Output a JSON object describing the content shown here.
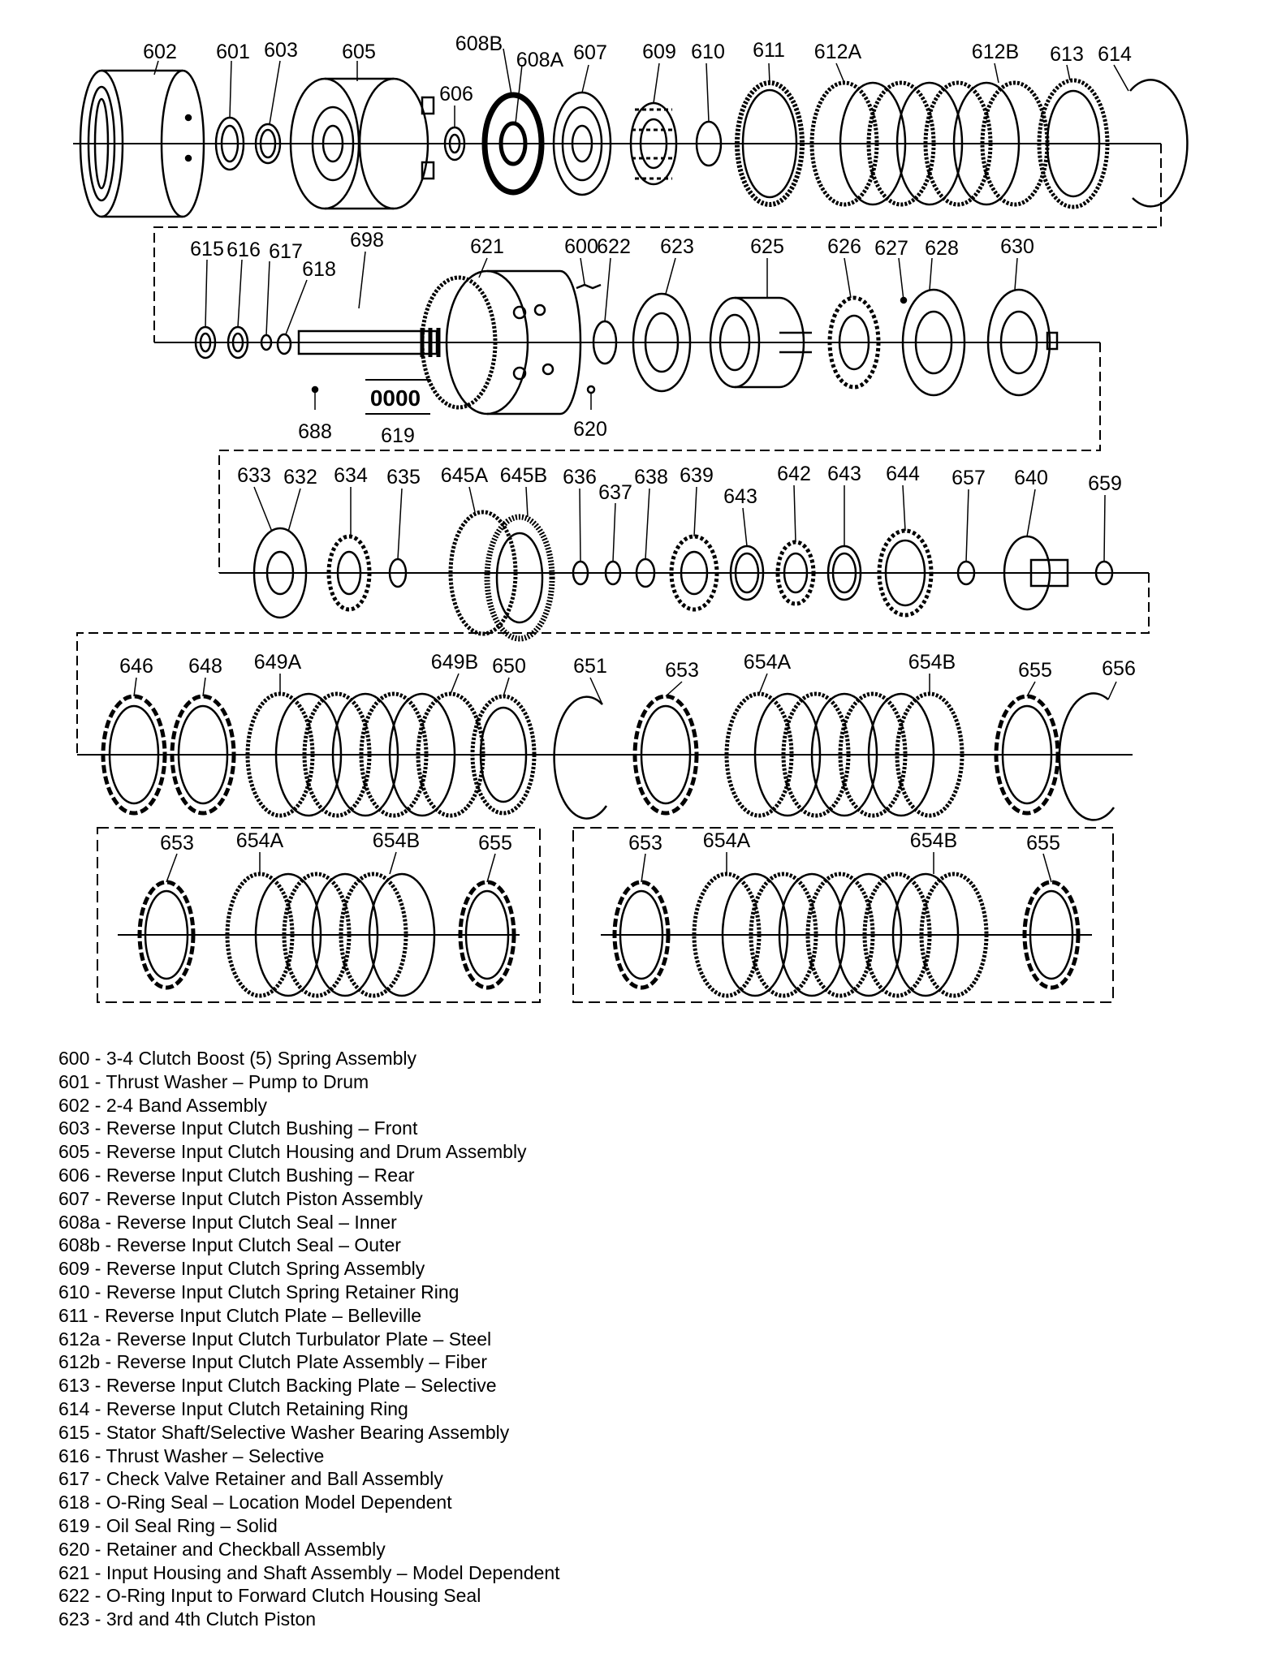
{
  "parts": {
    "p602": "602",
    "p601": "601",
    "p603": "603",
    "p605": "605",
    "p606": "606",
    "p608B": "608B",
    "p608A": "608A",
    "p607": "607",
    "p609": "609",
    "p610": "610",
    "p611": "611",
    "p612A": "612A",
    "p612B": "612B",
    "p613": "613",
    "p614": "614",
    "p615": "615",
    "p616": "616",
    "p617": "617",
    "p618": "618",
    "p698": "698",
    "p621": "621",
    "p600": "600",
    "p622": "622",
    "p623": "623",
    "p625": "625",
    "p626": "626",
    "p627": "627",
    "p628": "628",
    "p630": "630",
    "p688": "688",
    "p619_code": "0000",
    "p619": "619",
    "p620": "620",
    "p633": "633",
    "p632": "632",
    "p634": "634",
    "p635": "635",
    "p645A": "645A",
    "p645B": "645B",
    "p636": "636",
    "p637": "637",
    "p638": "638",
    "p639": "639",
    "p643a": "643",
    "p642": "642",
    "p643b": "643",
    "p644": "644",
    "p657": "657",
    "p640": "640",
    "p659": "659",
    "p646": "646",
    "p648": "648",
    "p649A": "649A",
    "p649B": "649B",
    "p650": "650",
    "p651": "651",
    "p653": "653",
    "p654A": "654A",
    "p654B": "654B",
    "p655": "655",
    "p656": "656",
    "b1_653": "653",
    "b1_654A": "654A",
    "b1_654B": "654B",
    "b1_655": "655",
    "b2_653": "653",
    "b2_654A": "654A",
    "b2_654B": "654B",
    "b2_655": "655"
  },
  "legend": [
    "600 - 3-4 Clutch Boost (5) Spring Assembly",
    "601 - Thrust Washer – Pump to Drum",
    "602 - 2-4 Band Assembly",
    "603 - Reverse Input Clutch Bushing – Front",
    "605 - Reverse Input Clutch Housing and Drum Assembly",
    "606 - Reverse Input Clutch Bushing – Rear",
    "607 - Reverse Input Clutch Piston Assembly",
    "608a - Reverse Input Clutch Seal – Inner",
    "608b - Reverse Input Clutch Seal – Outer",
    "609 - Reverse Input Clutch Spring Assembly",
    "610 - Reverse Input Clutch Spring Retainer Ring",
    "611 - Reverse Input Clutch Plate – Belleville",
    "612a - Reverse Input Clutch Turbulator Plate – Steel",
    "612b - Reverse Input Clutch Plate Assembly – Fiber",
    "613 - Reverse Input Clutch Backing Plate – Selective",
    "614 - Reverse Input Clutch Retaining Ring",
    "615 - Stator Shaft/Selective Washer Bearing Assembly",
    "616 - Thrust Washer – Selective",
    "617 - Check Valve Retainer and Ball Assembly",
    "618 - O-Ring Seal – Location Model Dependent",
    "619 - Oil Seal Ring – Solid",
    "620 - Retainer and Checkball Assembly",
    "621 - Input Housing and Shaft Assembly – Model Dependent",
    "622 - O-Ring Input to Forward Clutch Housing Seal",
    "623 - 3rd and 4th Clutch Piston"
  ]
}
